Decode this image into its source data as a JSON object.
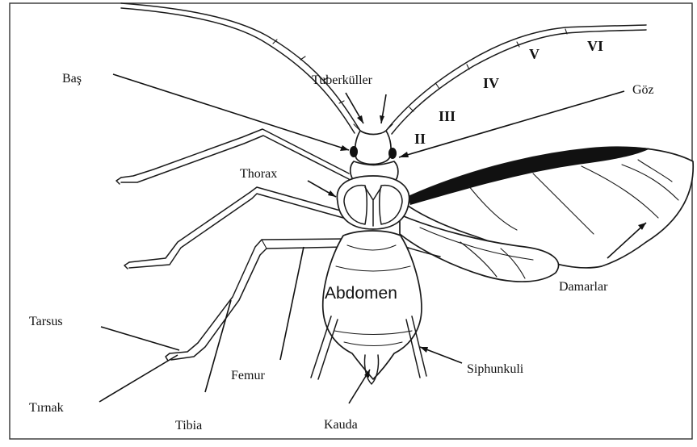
{
  "labels": {
    "bas": "Baş",
    "tuberkuller": "Tuberküller",
    "goz": "Göz",
    "thorax": "Thorax",
    "abdomen": "Abdomen",
    "damarlar": "Damarlar",
    "siphunkuli": "Siphunkuli",
    "kauda": "Kauda",
    "femur": "Femur",
    "tibia": "Tibia",
    "tarsus": "Tarsus",
    "tirnak": "Tırnak"
  },
  "antenna_segments": {
    "ii": "II",
    "iii": "III",
    "iv": "IV",
    "v": "V",
    "vi": "VI"
  }
}
